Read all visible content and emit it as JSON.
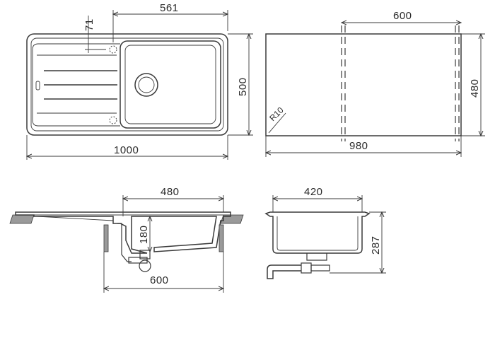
{
  "top_view": {
    "overall_width": "1000",
    "overall_depth": "500",
    "bowl_offset": "561",
    "tap_hole_offset": "71"
  },
  "cutout": {
    "width": "980",
    "depth": "480",
    "cabinet_width": "600",
    "corner_radius": "R10"
  },
  "front_section": {
    "bowl_width": "480",
    "bowl_depth": "180",
    "cabinet_width": "600"
  },
  "side_section": {
    "bowl_width": "420",
    "total_height": "287"
  },
  "colors": {
    "line": "#3a3a3a",
    "hatch": "#9a9a9a"
  }
}
